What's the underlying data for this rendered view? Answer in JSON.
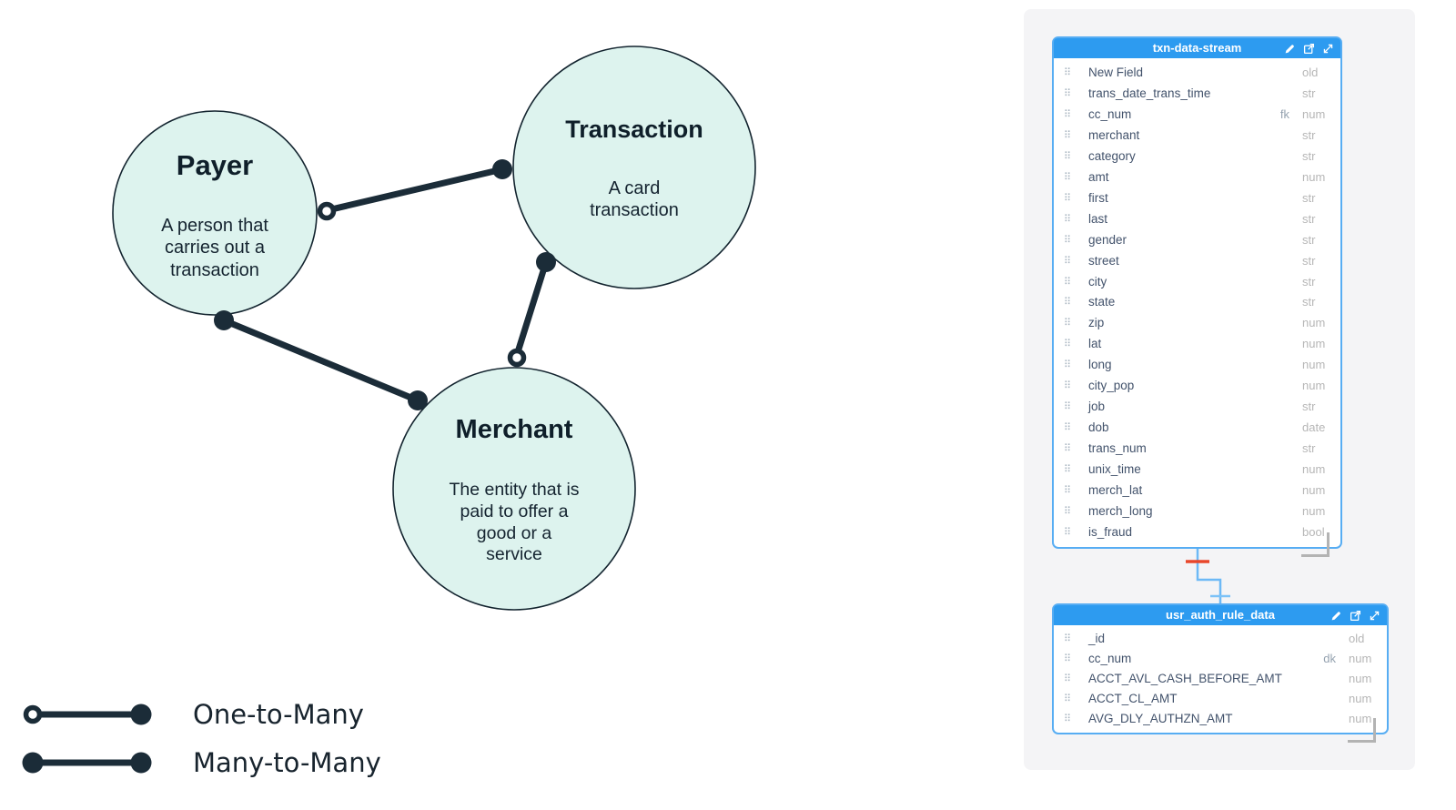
{
  "diagram": {
    "entities": [
      {
        "id": "payer",
        "title": "Payer",
        "description": "A person that\ncarries out a\ntransaction"
      },
      {
        "id": "transaction",
        "title": "Transaction",
        "description": "A card\ntransaction"
      },
      {
        "id": "merchant",
        "title": "Merchant",
        "description": "The entity that is\npaid to offer a\ngood or a\nservice"
      }
    ],
    "relationships": [
      {
        "from": "payer",
        "to": "transaction",
        "type": "One-to-Many"
      },
      {
        "from": "payer",
        "to": "merchant",
        "type": "Many-to-Many"
      },
      {
        "from": "transaction",
        "to": "merchant",
        "type": "One-to-Many"
      }
    ],
    "legend": [
      {
        "label": "One-to-Many"
      },
      {
        "label": "Many-to-Many"
      }
    ]
  },
  "schema_panels": [
    {
      "title": "txn-data-stream",
      "fields": [
        {
          "name": "New Field",
          "key": "",
          "type": "old"
        },
        {
          "name": "trans_date_trans_time",
          "key": "",
          "type": "str"
        },
        {
          "name": "cc_num",
          "key": "fk",
          "type": "num"
        },
        {
          "name": "merchant",
          "key": "",
          "type": "str"
        },
        {
          "name": "category",
          "key": "",
          "type": "str"
        },
        {
          "name": "amt",
          "key": "",
          "type": "num"
        },
        {
          "name": "first",
          "key": "",
          "type": "str"
        },
        {
          "name": "last",
          "key": "",
          "type": "str"
        },
        {
          "name": "gender",
          "key": "",
          "type": "str"
        },
        {
          "name": "street",
          "key": "",
          "type": "str"
        },
        {
          "name": "city",
          "key": "",
          "type": "str"
        },
        {
          "name": "state",
          "key": "",
          "type": "str"
        },
        {
          "name": "zip",
          "key": "",
          "type": "num"
        },
        {
          "name": "lat",
          "key": "",
          "type": "num"
        },
        {
          "name": "long",
          "key": "",
          "type": "num"
        },
        {
          "name": "city_pop",
          "key": "",
          "type": "num"
        },
        {
          "name": "job",
          "key": "",
          "type": "str"
        },
        {
          "name": "dob",
          "key": "",
          "type": "date"
        },
        {
          "name": "trans_num",
          "key": "",
          "type": "str"
        },
        {
          "name": "unix_time",
          "key": "",
          "type": "num"
        },
        {
          "name": "merch_lat",
          "key": "",
          "type": "num"
        },
        {
          "name": "merch_long",
          "key": "",
          "type": "num"
        },
        {
          "name": "is_fraud",
          "key": "",
          "type": "bool"
        }
      ]
    },
    {
      "title": "usr_auth_rule_data",
      "fields": [
        {
          "name": "_id",
          "key": "",
          "type": "old"
        },
        {
          "name": "cc_num",
          "key": "dk",
          "type": "num"
        },
        {
          "name": "ACCT_AVL_CASH_BEFORE_AMT",
          "key": "",
          "type": "num"
        },
        {
          "name": "ACCT_CL_AMT",
          "key": "",
          "type": "num"
        },
        {
          "name": "AVG_DLY_AUTHZN_AMT",
          "key": "",
          "type": "num"
        }
      ]
    }
  ],
  "icons": {
    "header_icons": [
      "eyedropper-icon",
      "open-in-new-icon",
      "expand-diagonal-icon"
    ],
    "row_drag_icon": "drag-handle-icon",
    "drag_glyph": "⠿"
  },
  "colors": {
    "header_blue": "#2d9bf0",
    "panel_border": "#57adf3",
    "connector_blue": "#6db9f6",
    "connector_red_dash": "#e8472b",
    "connector_light_dash": "#7cc2f7",
    "circle_fill": "#ddf3ee",
    "diagram_line": "#1b2c38",
    "canvas_grey": "#f4f4f6",
    "field_text": "#42526b",
    "type_text": "#b6b6b6"
  }
}
